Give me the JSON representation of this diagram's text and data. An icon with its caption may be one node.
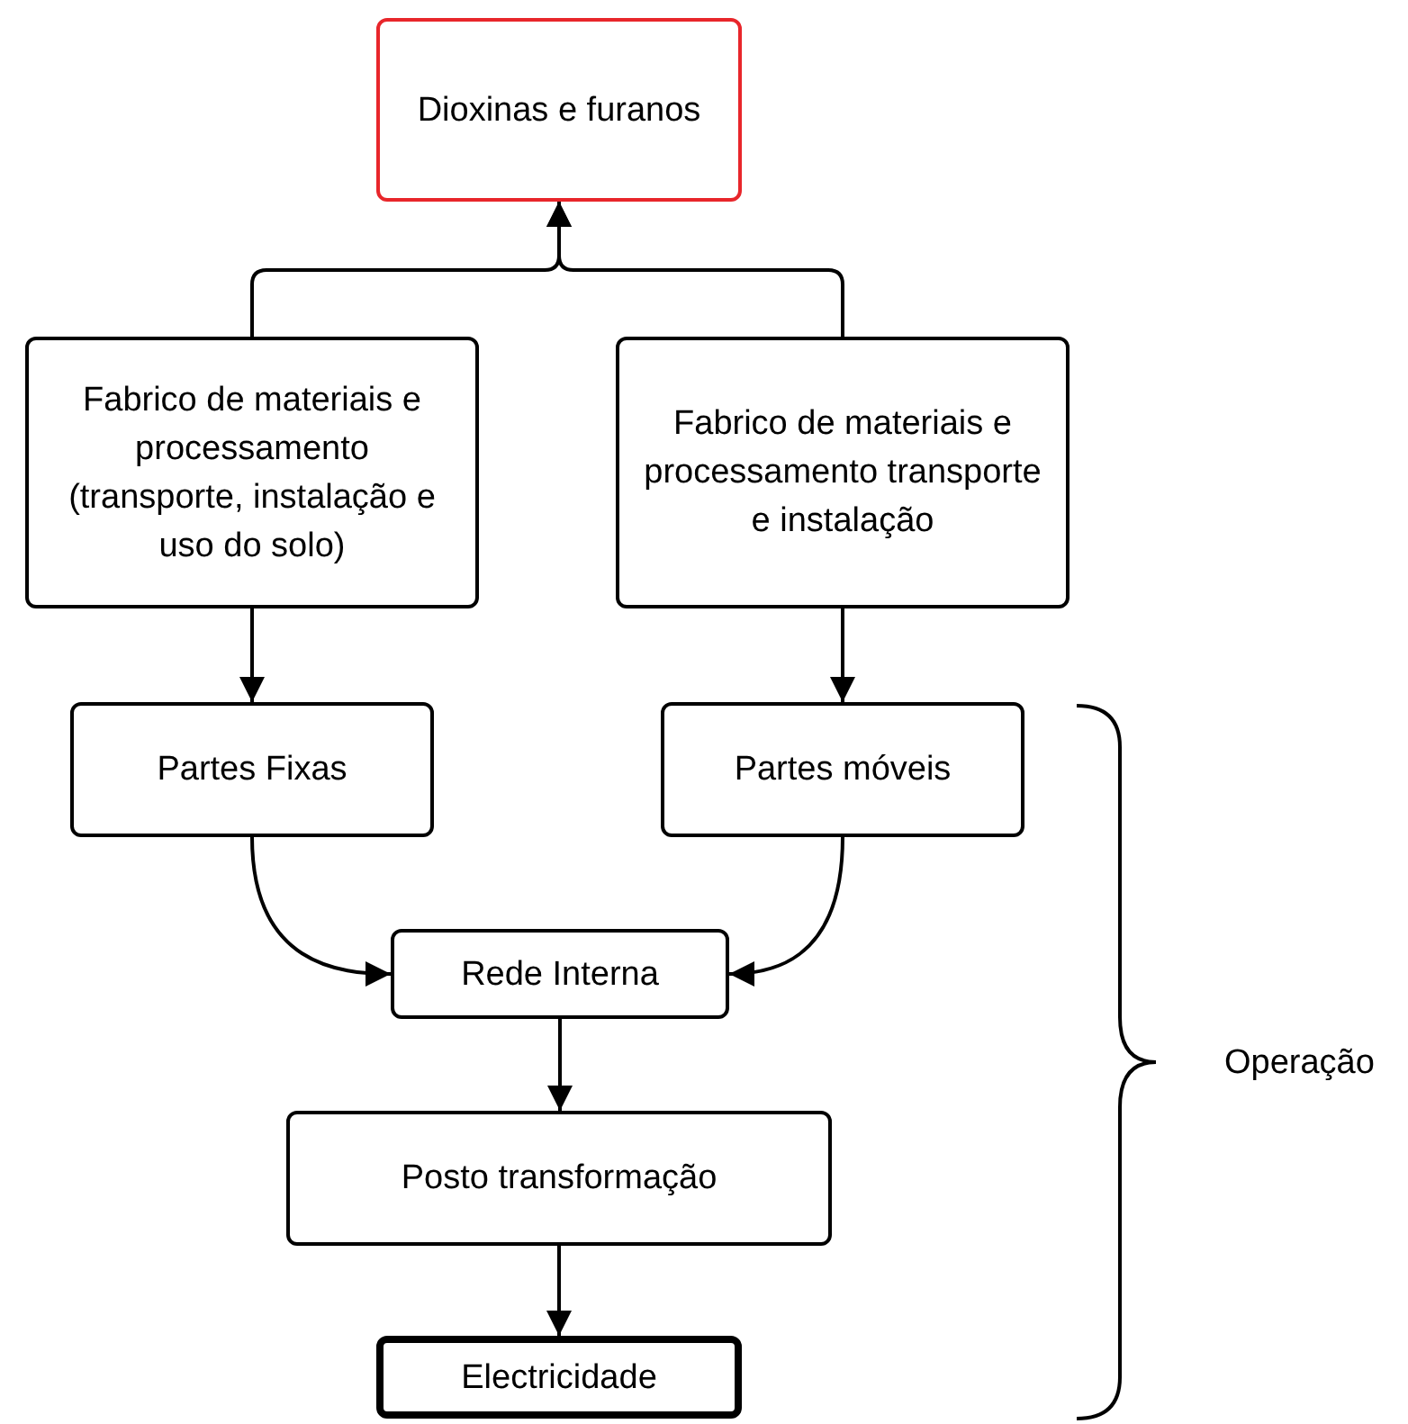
{
  "diagram": {
    "nodes": [
      {
        "text": [
          "Dioxinas e furanos"
        ]
      },
      {
        "text": [
          "Fabrico de materiais e processamento (transporte, instalação e uso do solo)"
        ]
      },
      {
        "text": [
          "Fabrico de materiais e processamento transporte e instalação"
        ]
      },
      {
        "text": [
          "Partes Fixas"
        ]
      },
      {
        "text": [
          "Partes móveis"
        ]
      },
      {
        "text": [
          "Rede Interna"
        ]
      },
      {
        "text": [
          "Posto transformação"
        ]
      },
      {
        "text": [
          "Electricidade"
        ]
      }
    ],
    "edges": [
      {
        "from": 1,
        "to": 0,
        "arrow": "to"
      },
      {
        "from": 2,
        "to": 0,
        "arrow": "to"
      },
      {
        "from": 1,
        "to": 3,
        "arrow": "to"
      },
      {
        "from": 2,
        "to": 4,
        "arrow": "to"
      },
      {
        "from": 3,
        "to": 5,
        "arrow": "to"
      },
      {
        "from": 4,
        "to": 5,
        "arrow": "to"
      },
      {
        "from": 5,
        "to": 6,
        "arrow": "to"
      },
      {
        "from": 6,
        "to": 7,
        "arrow": "to"
      }
    ],
    "labels": [
      "Operação"
    ]
  }
}
